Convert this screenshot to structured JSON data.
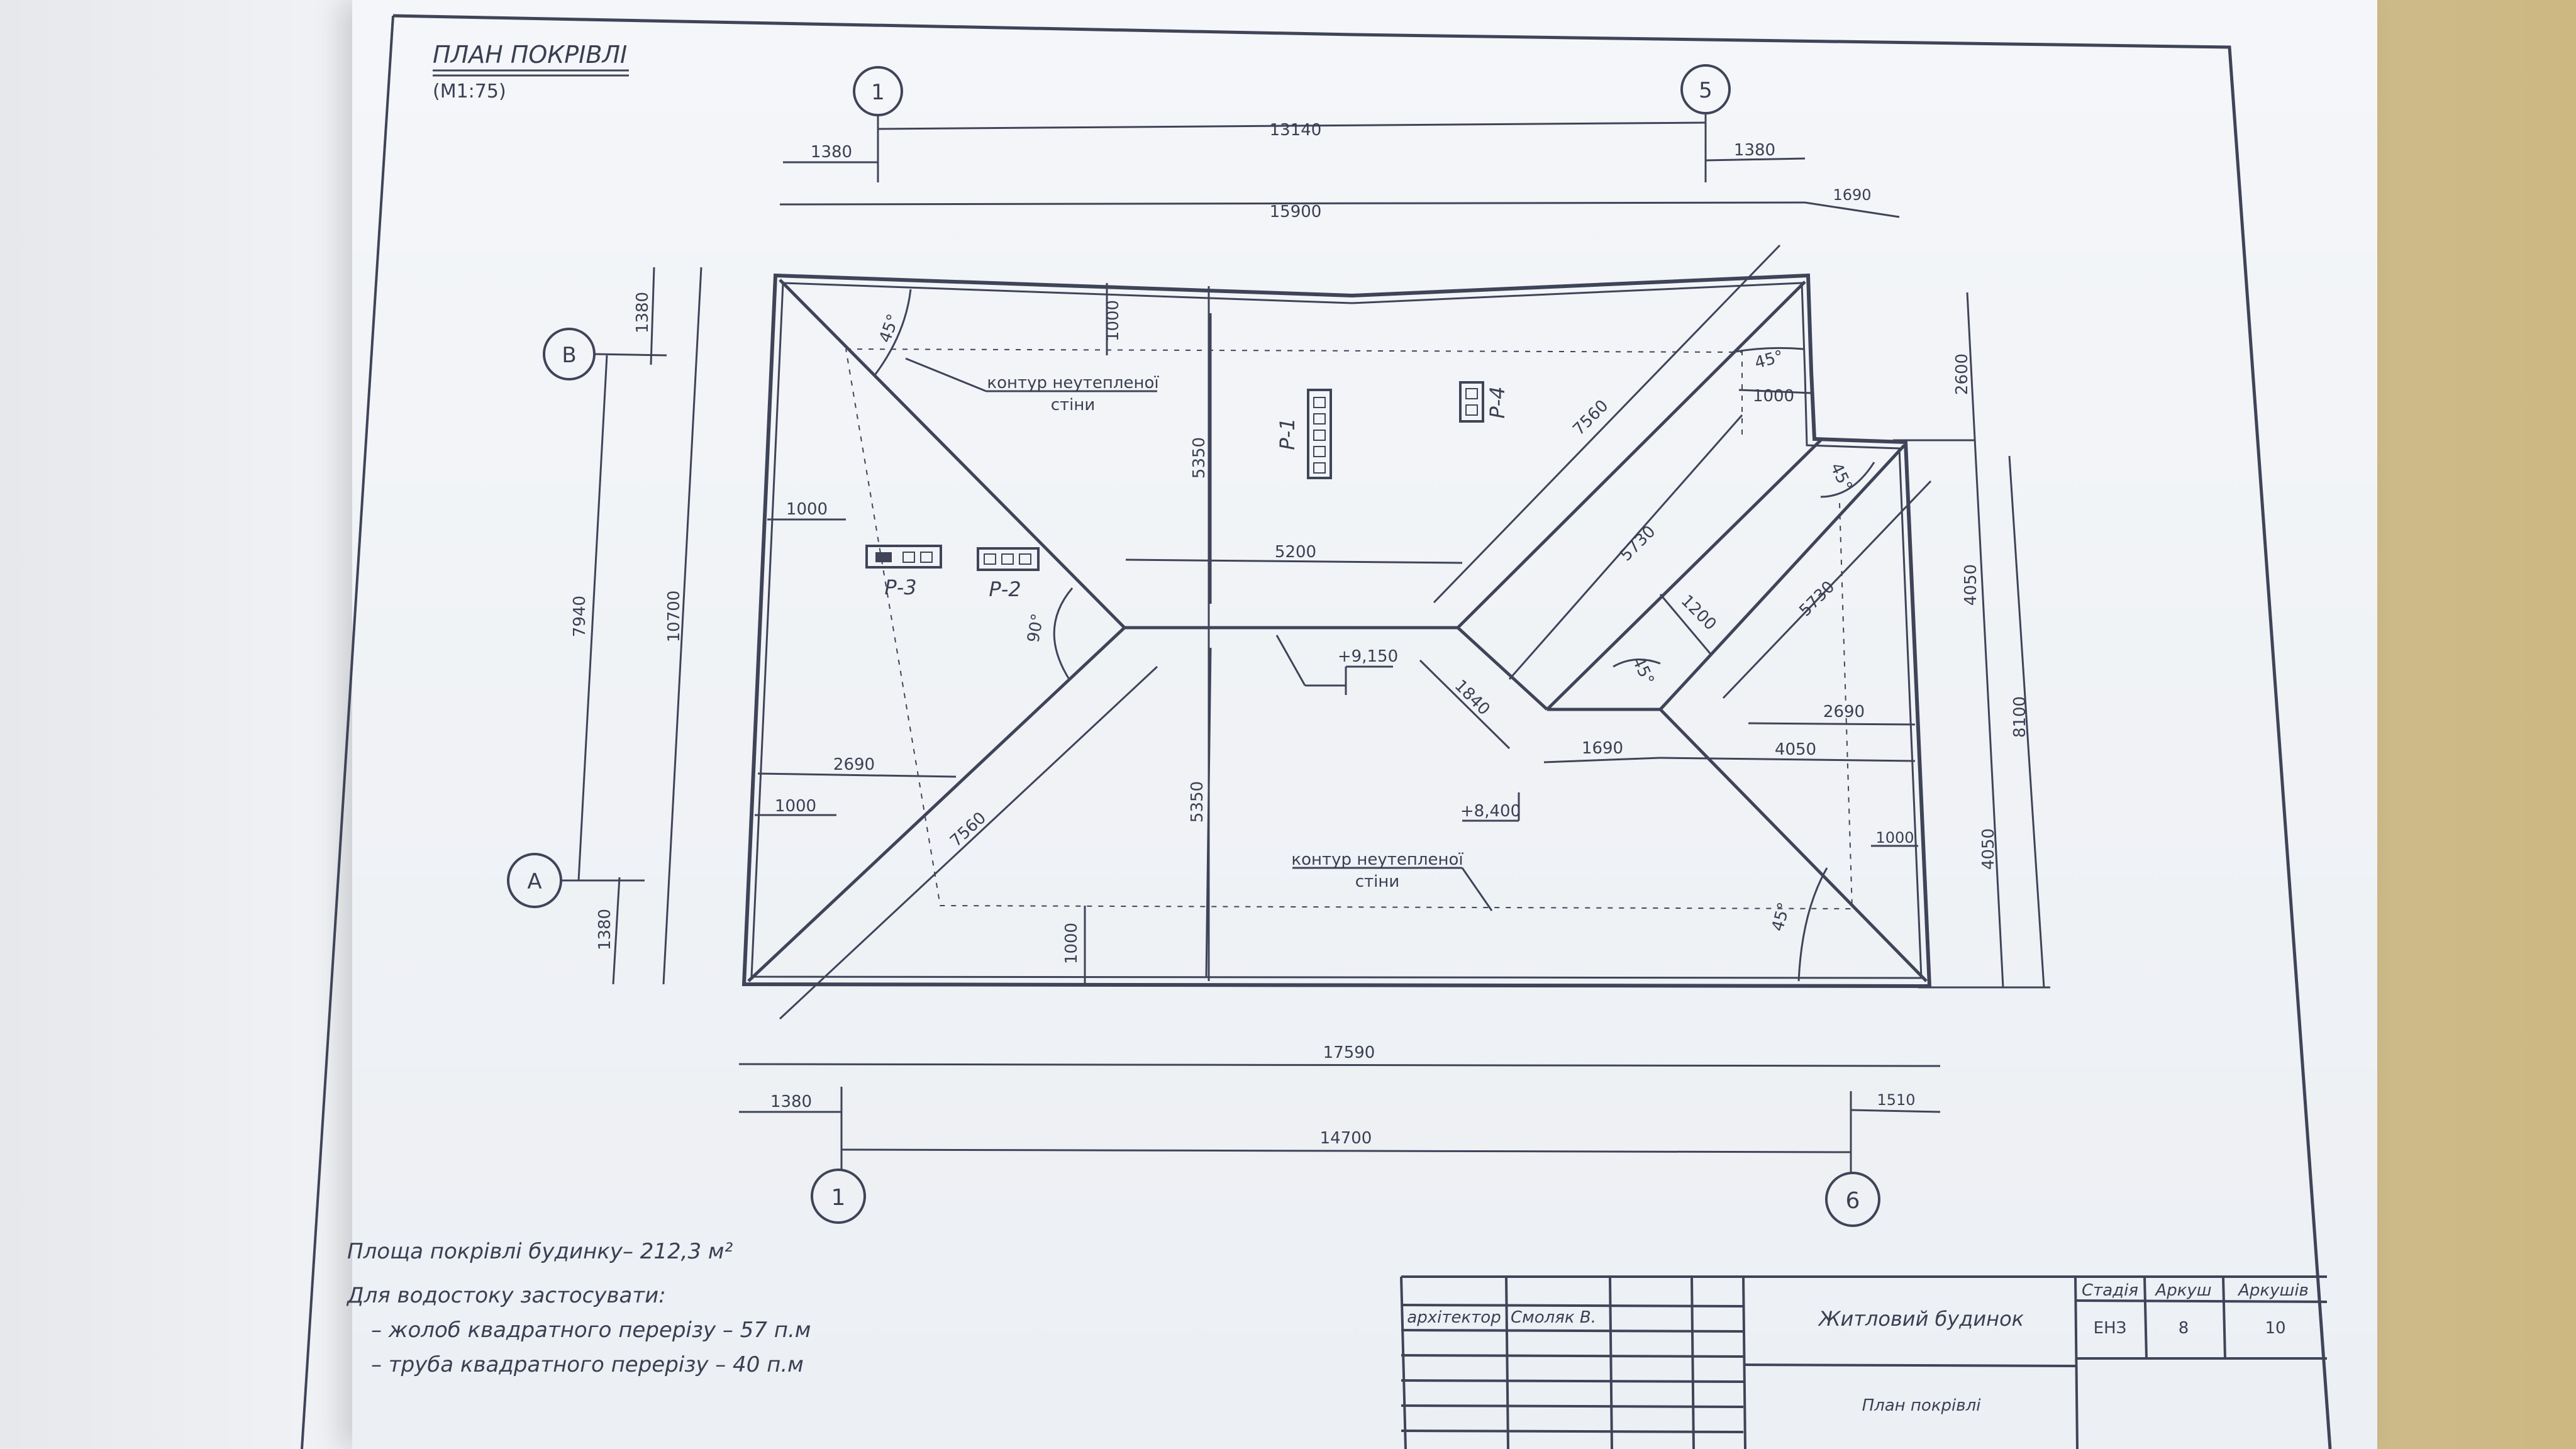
{
  "sheet": {
    "title": "ПЛАН ПОКРІВЛІ",
    "scale": "(М1:75)"
  },
  "axes": {
    "top_left": "1",
    "top_right": "5",
    "bottom_left": "1",
    "bottom_right": "6",
    "left_top": "В",
    "left_bottom": "А"
  },
  "dimensions": {
    "top_13140": "13140",
    "top_1380_left": "1380",
    "top_1380_right": "1380",
    "top_15900": "15900",
    "top_1690": "1690",
    "bottom_17590": "17590",
    "bottom_1380": "1380",
    "bottom_1510": "1510",
    "bottom_14700": "14700",
    "left_1380_top": "1380",
    "left_7940": "7940",
    "left_10700": "10700",
    "left_1380_bottom": "1380",
    "right_2600": "2600",
    "right_4050_a": "4050",
    "right_8100": "8100",
    "right_4050_b": "4050",
    "in_1000_top": "1000",
    "in_5350_top": "5350",
    "in_5350_bottom": "5350",
    "in_1000_left": "1000",
    "in_5200": "5200",
    "in_2690_left": "2690",
    "in_1000_left2": "1000",
    "in_7560_lower": "7560",
    "in_1000_bottom": "1000",
    "in_7560_upper": "7560",
    "in_1000_right_top": "1000",
    "in_5730_a": "5730",
    "in_5730_b": "5730",
    "in_1200": "1200",
    "in_1840": "1840",
    "in_1690": "1690",
    "in_4050": "4050",
    "in_2690_right": "2690",
    "in_1000_right": "1000",
    "elev_9150": "+9,150",
    "elev_8400": "+8,400"
  },
  "angles": {
    "a_tl": "45°",
    "a_tr": "45°",
    "a_mid": "45°",
    "a_inner": "45°",
    "a_br": "45°",
    "a_left": "90°"
  },
  "labels": {
    "contour_top": [
      "контур неутепленої",
      "стіни"
    ],
    "contour_bottom": [
      "контур неутепленої",
      "стіни"
    ],
    "p1": "Р-1",
    "p2": "Р-2",
    "p3": "Р-3",
    "p4": "Р-4"
  },
  "notes": {
    "area": "Площа покрівлі будинку– 212,3 м²",
    "drain": "Для водостоку застосувати:",
    "gutter": "– жолоб квадратного перерізу  –  57 п.м",
    "pipe": "– труба квадратного перерізу  –  40 п.м"
  },
  "title_block": {
    "role": "архітектор",
    "name": "Смоляк В.",
    "project": "Житловий будинок",
    "drawing": "План покрівлі",
    "h_stage": "Стадія",
    "h_sheet": "Аркуш",
    "h_sheets": "Аркушів",
    "stage": "ЕНЗ",
    "sheet": "8",
    "sheets": "10"
  },
  "colors": {
    "ink": "#3f4458",
    "paper": "#f0f2f6",
    "desk": "#cdb882"
  }
}
